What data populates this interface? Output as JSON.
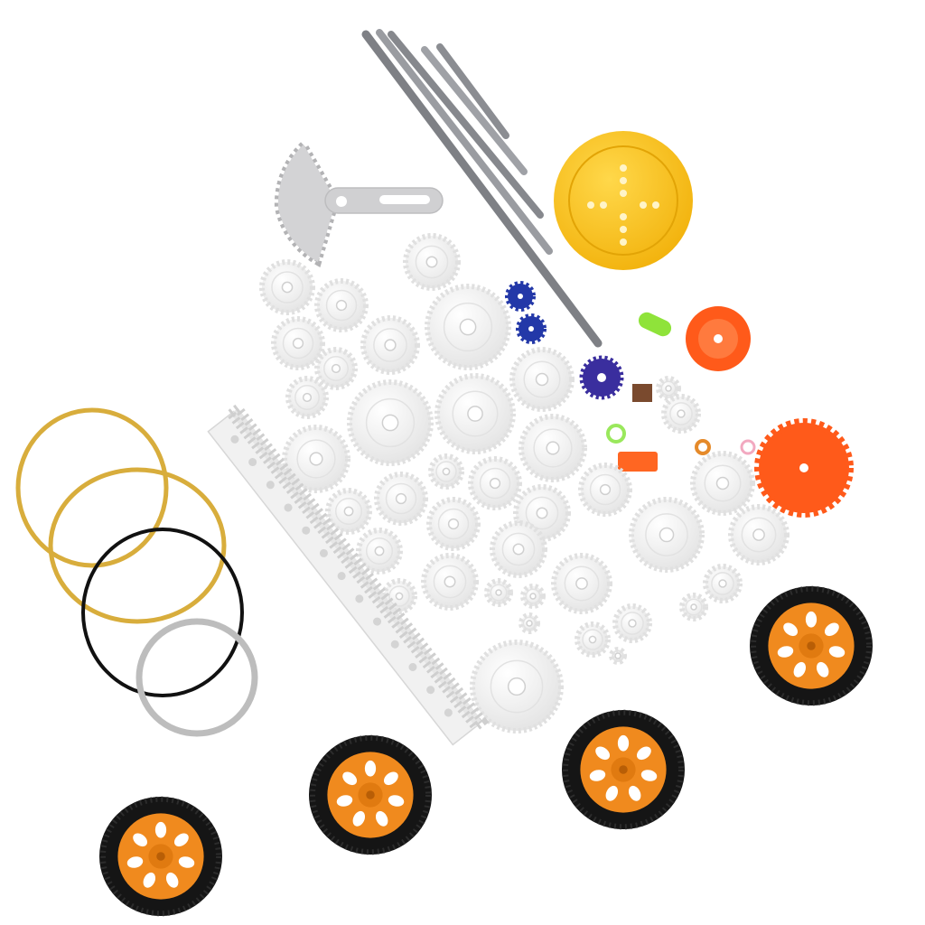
{
  "image": {
    "subject": "gear-kit-product-photo",
    "background": "#ffffff"
  },
  "colors": {
    "white_plastic": "#f4f4f4",
    "white_shadow": "#d9d9d9",
    "yellow_pulley": "#f9c21a",
    "orange_gear": "#ff5a1a",
    "blue_gear": "#2338a8",
    "tire_black": "#151515",
    "rim_orange": "#f08a1e",
    "band_yellow": "#d8ad3c",
    "band_black": "#111111",
    "band_gray": "#bdbdbd",
    "shaft_metal": "#8d8f94",
    "green_part": "#8fe33a"
  },
  "components": {
    "metal_shafts": 5,
    "rubber_bands": 4,
    "wheels": 4,
    "rack_strips": 1,
    "yellow_pulleys": 1,
    "sector_gears": 1,
    "orange_gears": 2,
    "blue_gears": 3
  }
}
